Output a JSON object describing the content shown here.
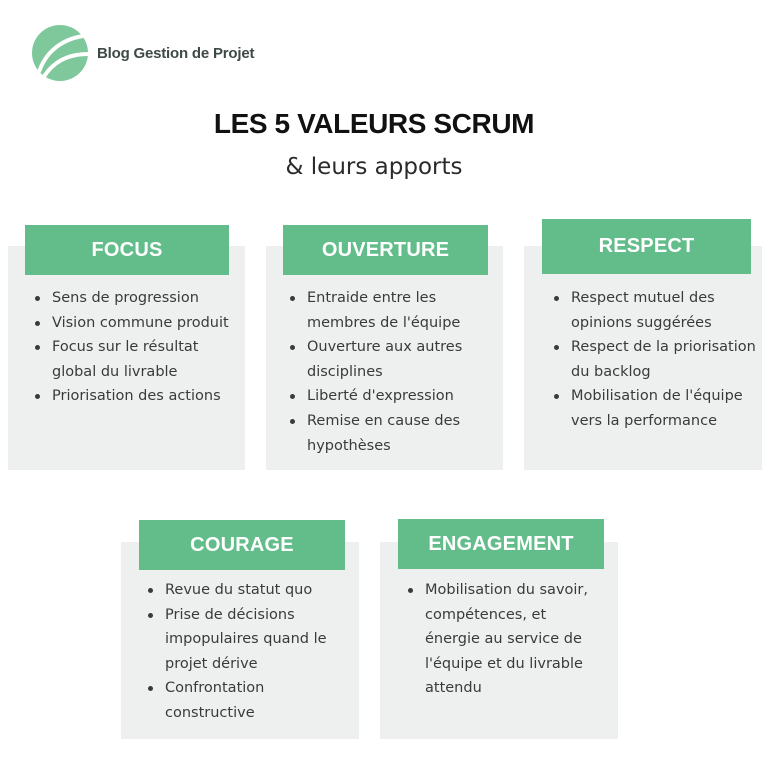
{
  "brand": {
    "name": "Blog Gestion de Projet",
    "logo_color": "#7ec89b"
  },
  "heading": {
    "title": "LES 5 VALEURS SCRUM",
    "subtitle": "& leurs apports"
  },
  "theme": {
    "header_color": "#63bd8a",
    "card_color": "#eef0ef"
  },
  "cards": [
    {
      "title": "FOCUS",
      "items": [
        "Sens de progression",
        "Vision commune produit",
        "Focus sur le résultat global du livrable",
        "Priorisation des actions"
      ]
    },
    {
      "title": "OUVERTURE",
      "items": [
        "Entraide entre les membres de l'équipe",
        "Ouverture aux autres disciplines",
        "Liberté d'expression",
        "Remise en cause des hypothèses"
      ]
    },
    {
      "title": "RESPECT",
      "items": [
        "Respect mutuel des opinions suggérées",
        "Respect de la priorisation du backlog",
        "Mobilisation de l'équipe vers la performance"
      ]
    },
    {
      "title": "COURAGE",
      "items": [
        "Revue du statut quo",
        "Prise de décisions impopulaires quand le projet dérive",
        "Confrontation constructive"
      ]
    },
    {
      "title": "ENGAGEMENT",
      "items": [
        "Mobilisation du savoir, compétences, et énergie au service de l'équipe et du livrable attendu"
      ]
    }
  ]
}
